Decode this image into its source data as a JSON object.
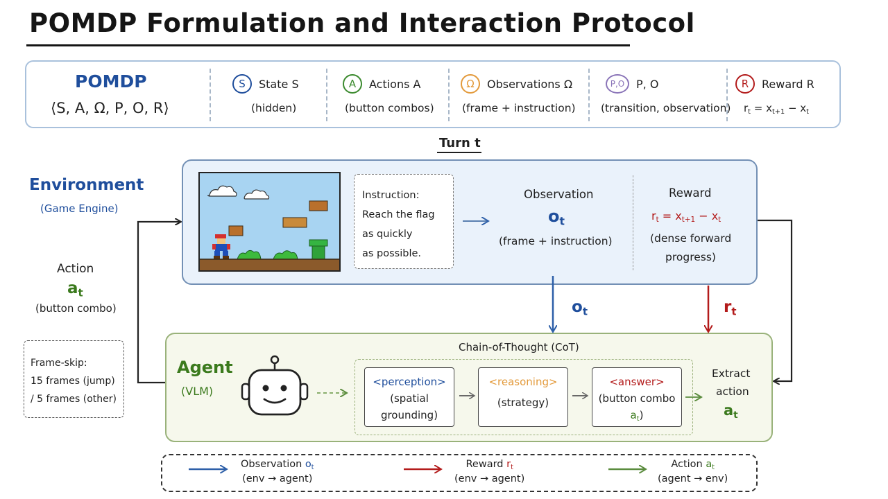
{
  "title": "POMDP Formulation and Interaction Protocol",
  "pomdp": {
    "name": "POMDP",
    "tuple": "⟨S, A, Ω, P, O, R⟩",
    "items": [
      {
        "symbol": "S",
        "label": "State S",
        "sub": "(hidden)",
        "color": "#1f4e9c"
      },
      {
        "symbol": "A",
        "label": "Actions A",
        "sub": "(button combos)",
        "color": "#3b8a2e"
      },
      {
        "symbol": "Ω",
        "label": "Observations Ω",
        "sub": "(frame + instruction)",
        "color": "#e39a3b"
      },
      {
        "symbol": "P,O",
        "label": "P, O",
        "sub": "(transition, observation)",
        "color": "#8a74b8"
      },
      {
        "symbol": "R",
        "label": "Reward R",
        "sub_base": "r",
        "sub_eq": " = x",
        "sub_eq2": " − x",
        "color": "#b31b1b"
      }
    ]
  },
  "turn_label": "Turn t",
  "environment": {
    "label": "Environment",
    "sub": "(Game Engine)",
    "instruction_lines": [
      "Instruction:",
      "Reach the flag",
      "as quickly",
      "as possible."
    ],
    "observation_title": "Observation",
    "observation_symbol": "o",
    "observation_sub": "(frame + instruction)",
    "reward_title": "Reward",
    "reward_lhs": "r",
    "reward_mid": " = x",
    "reward_minus": " − x",
    "reward_sub_lines": [
      "(dense forward",
      "progress)"
    ]
  },
  "action": {
    "title": "Action",
    "symbol": "a",
    "sub": "(button combo)"
  },
  "frame_skip": [
    "Frame-skip:",
    "15 frames (jump)",
    "/ 5 frames (other)"
  ],
  "agent": {
    "label": "Agent",
    "sub": "(VLM)",
    "cot_title": "Chain-of-Thought (CoT)",
    "steps": [
      {
        "tag": "<perception>",
        "lines": [
          "(spatial",
          "grounding)"
        ],
        "color": "#1f4e9c"
      },
      {
        "tag": "<reasoning>",
        "lines": [
          "(strategy)"
        ],
        "color": "#e39a3b"
      },
      {
        "tag": "<answer>",
        "lines": [
          "(button combo",
          "a"
        ],
        "color": "#b31b1b"
      }
    ],
    "extract_lines": [
      "Extract",
      "action"
    ],
    "extract_symbol": "a"
  },
  "edge_labels": {
    "observation": "o",
    "reward": "r"
  },
  "subscripts": {
    "t": "t",
    "t1": "t+1"
  },
  "legend": [
    {
      "title": "Observation",
      "symbol": "o",
      "sub": "(env → agent)",
      "color": "#1f4e9c"
    },
    {
      "title": "Reward",
      "symbol": "r",
      "sub": "(env → agent)",
      "color": "#b31b1b"
    },
    {
      "title": "Action",
      "symbol": "a",
      "sub": "(agent → env)",
      "color": "#5b8c3e"
    }
  ],
  "colors": {
    "blue": "#1f4e9c",
    "red": "#b31b1b",
    "green": "#3b7a1d",
    "orange": "#e39a3b",
    "purple": "#8a74b8"
  }
}
